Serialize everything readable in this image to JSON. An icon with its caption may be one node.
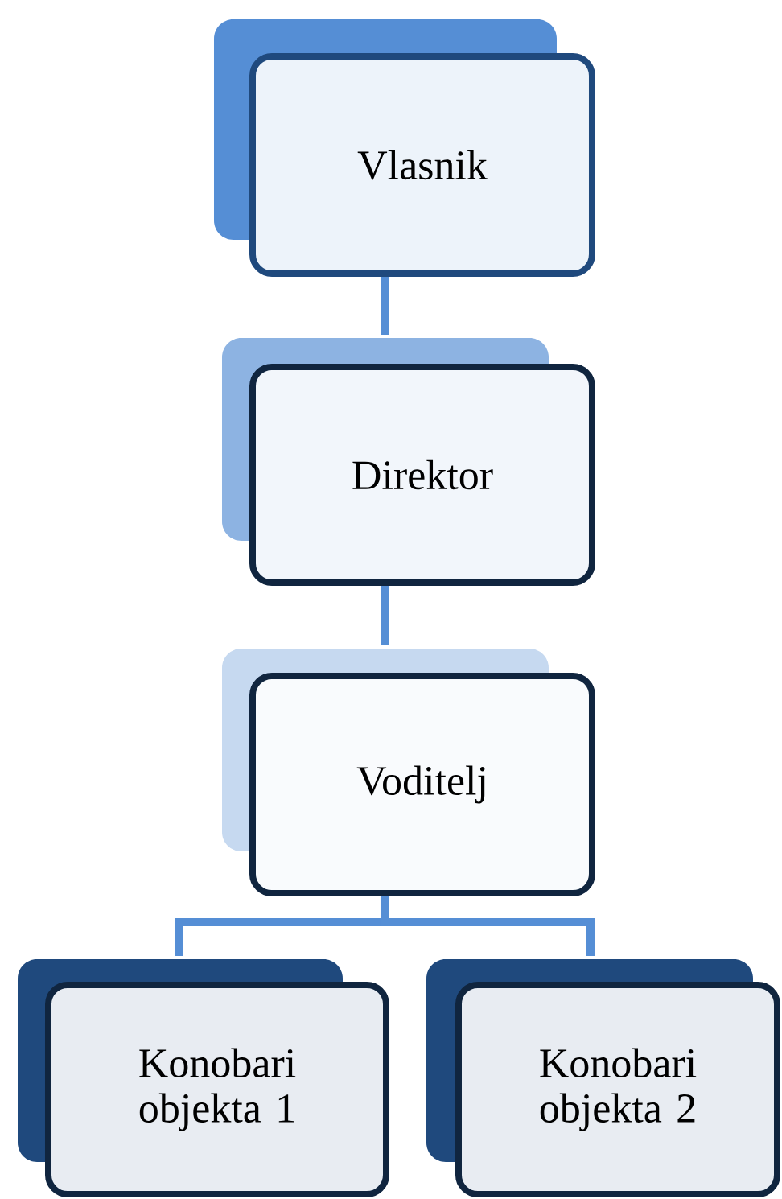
{
  "diagram": {
    "nodes": [
      {
        "text": [
          "Vlasnik"
        ]
      },
      {
        "text": [
          "Direktor"
        ]
      },
      {
        "text": [
          "Voditelj"
        ]
      },
      {
        "text": [
          "Konobari objekta 1"
        ]
      },
      {
        "text": [
          "Konobari objekta 2"
        ]
      }
    ],
    "edges": [
      {
        "from": 0,
        "to": 1,
        "arrow": "none"
      },
      {
        "from": 1,
        "to": 2,
        "arrow": "none"
      },
      {
        "from": 2,
        "to": 3,
        "arrow": "none"
      },
      {
        "from": 2,
        "to": 4,
        "arrow": "none"
      }
    ]
  }
}
